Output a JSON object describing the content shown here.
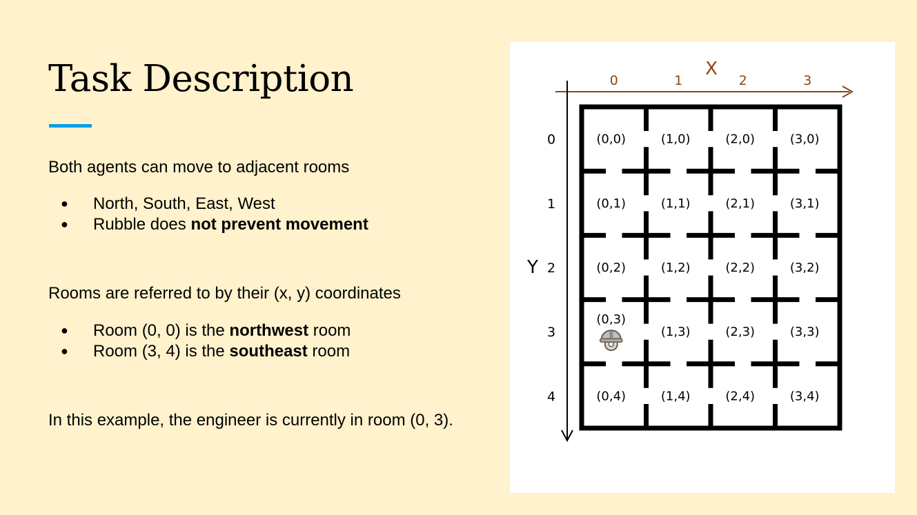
{
  "slide": {
    "title": "Task Description",
    "accent_color": "#00a0e9",
    "background_color": "#fff2cc"
  },
  "movement": {
    "intro": "Both agents can move to adjacent rooms",
    "bullets": [
      {
        "text": "North, South, East, West",
        "bold": "",
        "after": ""
      },
      {
        "text": "Rubble does ",
        "bold": "not prevent movement",
        "after": ""
      }
    ]
  },
  "coordinates": {
    "intro": "Rooms are referred to by their (x, y) coordinates",
    "bullets": [
      {
        "text": "Room (0, 0) is the ",
        "bold": "northwest",
        "after": " room"
      },
      {
        "text": "Room (3, 4) is the ",
        "bold": "southeast",
        "after": " room"
      }
    ]
  },
  "example": {
    "text": "In this example, the engineer is currently in room (0, 3)."
  },
  "grid": {
    "x_axis_label": "X",
    "y_axis_label": "Y",
    "x_axis_color": "#8b4513",
    "y_axis_color": "#000000",
    "columns": [
      "0",
      "1",
      "2",
      "3"
    ],
    "rows": [
      "0",
      "1",
      "2",
      "3",
      "4"
    ],
    "rooms": [
      [
        "(0,0)",
        "(1,0)",
        "(2,0)",
        "(3,0)"
      ],
      [
        "(0,1)",
        "(1,1)",
        "(2,1)",
        "(3,1)"
      ],
      [
        "(0,2)",
        "(1,2)",
        "(2,2)",
        "(3,2)"
      ],
      [
        "(0,3)",
        "(1,3)",
        "(2,3)",
        "(3,3)"
      ],
      [
        "(0,4)",
        "(1,4)",
        "(2,4)",
        "(3,4)"
      ]
    ],
    "engineer_room": [
      0,
      3
    ],
    "engineer_icon": "engineer-hardhat-icon"
  }
}
